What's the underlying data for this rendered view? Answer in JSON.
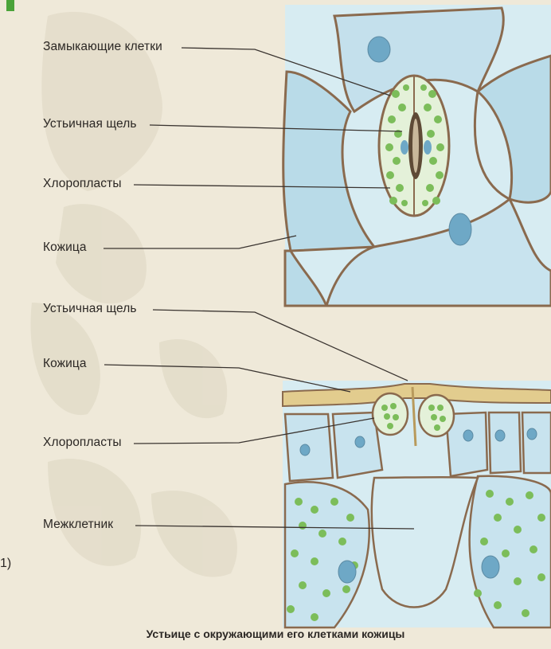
{
  "labels": {
    "guard_cells": "Замыкающие клетки",
    "stomatal_pore_top": "Устьичная щель",
    "chloroplasts_top": "Хлоропласты",
    "epidermis_top": "Кожица",
    "stomatal_pore_bottom": "Устьичная щель",
    "epidermis_bottom": "Кожица",
    "chloroplasts_bottom": "Хлоропласты",
    "intercellular_space": "Межклетник"
  },
  "caption": "Устьице с окружающими его клетками кожицы",
  "side_mark": "1)",
  "colors": {
    "background": "#efe9d9",
    "cell_fill": "#cfe6ee",
    "cell_tint": "#a9d2e2",
    "cell_wall": "#8a6a4e",
    "chloroplast": "#7cbd5a",
    "nucleus": "#6ea8c6",
    "epidermis_band": "#d8b86a"
  }
}
